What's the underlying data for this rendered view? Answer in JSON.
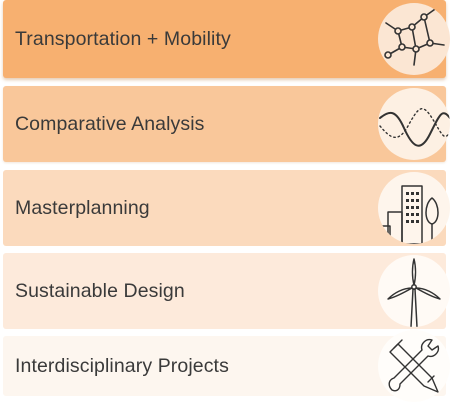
{
  "menu": {
    "items": [
      {
        "label": "Transportation + Mobility",
        "icon": "transit-network-icon",
        "background": "#f7b070"
      },
      {
        "label": "Comparative Analysis",
        "icon": "waveform-icon",
        "background": "#f9c79a"
      },
      {
        "label": "Masterplanning",
        "icon": "city-buildings-icon",
        "background": "#fbdabd"
      },
      {
        "label": "Sustainable Design",
        "icon": "wind-turbine-icon",
        "background": "#fdeadb"
      },
      {
        "label": "Interdisciplinary Projects",
        "icon": "wrench-pencil-icon",
        "background": "#fdf6ef"
      }
    ]
  },
  "colors": {
    "icon_stroke": "#333333",
    "text": "#3a3a3a"
  }
}
